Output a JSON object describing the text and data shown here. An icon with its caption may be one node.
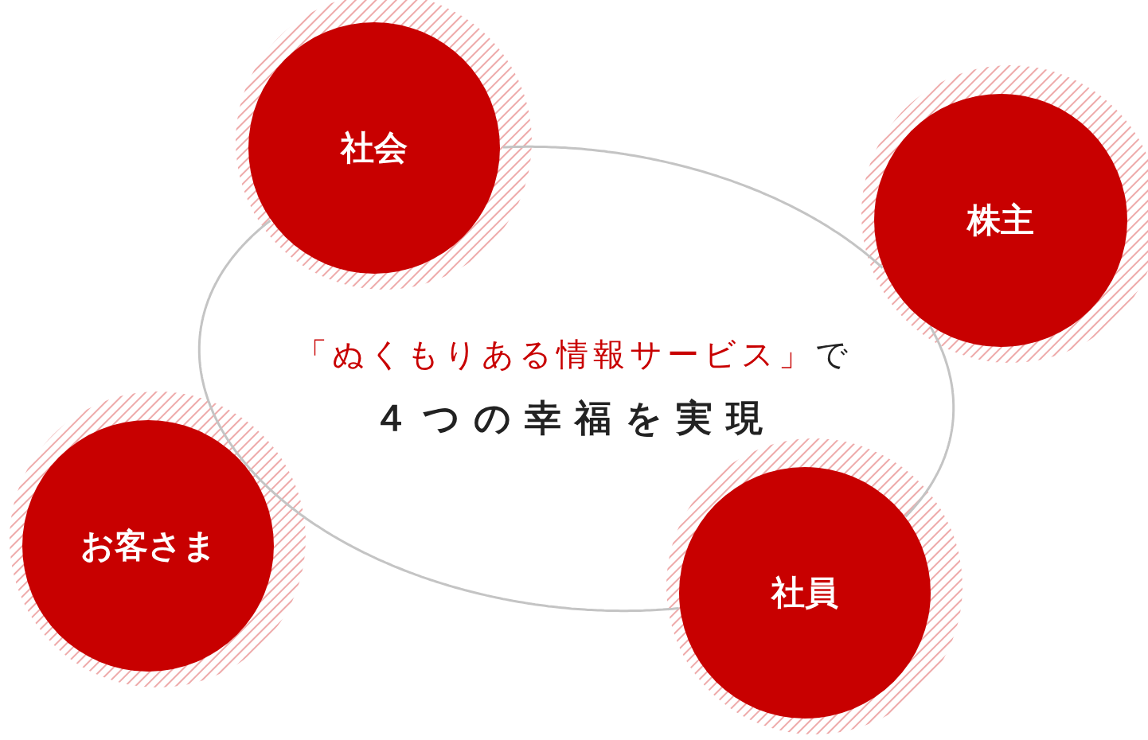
{
  "diagram": {
    "nodes": [
      {
        "text": [
          "社会"
        ]
      },
      {
        "text": [
          "株主"
        ]
      },
      {
        "text": [
          "お客さま"
        ]
      },
      {
        "text": [
          "社員"
        ]
      }
    ],
    "edges": [
      {
        "from": 0,
        "to": 1,
        "arrow": "none"
      },
      {
        "from": 1,
        "to": 3,
        "arrow": "none"
      },
      {
        "from": 3,
        "to": 2,
        "arrow": "none"
      },
      {
        "from": 2,
        "to": 0,
        "arrow": "none"
      }
    ],
    "labels": [
      "「ぬくもりある情報サービス」で",
      "４つの幸福を実現"
    ]
  }
}
